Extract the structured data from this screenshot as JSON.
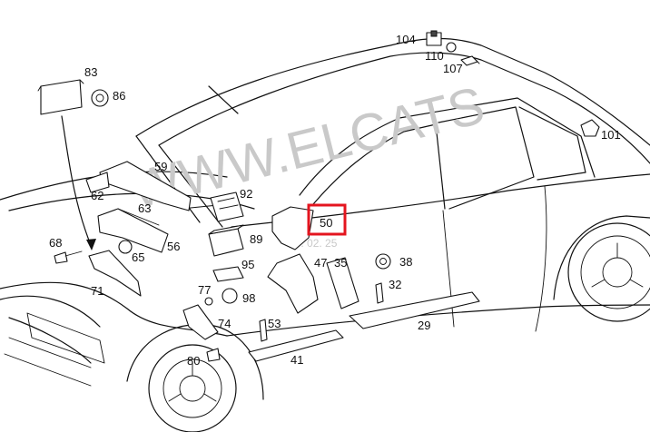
{
  "diagram": {
    "watermark": "WWW.ELCATS",
    "watermark_small": "17. 02. 25",
    "highlight_color": "#e4151f",
    "callouts": [
      {
        "id": "104",
        "label": "104"
      },
      {
        "id": "110",
        "label": "110"
      },
      {
        "id": "107",
        "label": "107"
      },
      {
        "id": "101",
        "label": "101"
      },
      {
        "id": "83",
        "label": "83"
      },
      {
        "id": "86",
        "label": "86"
      },
      {
        "id": "59",
        "label": "59"
      },
      {
        "id": "62",
        "label": "62"
      },
      {
        "id": "63",
        "label": "63"
      },
      {
        "id": "92",
        "label": "92"
      },
      {
        "id": "50",
        "label": "50",
        "highlighted": true
      },
      {
        "id": "56",
        "label": "56"
      },
      {
        "id": "89",
        "label": "89"
      },
      {
        "id": "68",
        "label": "68"
      },
      {
        "id": "65",
        "label": "65"
      },
      {
        "id": "47",
        "label": "47"
      },
      {
        "id": "35",
        "label": "35"
      },
      {
        "id": "38",
        "label": "38"
      },
      {
        "id": "95",
        "label": "95"
      },
      {
        "id": "32",
        "label": "32"
      },
      {
        "id": "71",
        "label": "71"
      },
      {
        "id": "77",
        "label": "77"
      },
      {
        "id": "98",
        "label": "98"
      },
      {
        "id": "74",
        "label": "74"
      },
      {
        "id": "53",
        "label": "53"
      },
      {
        "id": "29",
        "label": "29"
      },
      {
        "id": "80",
        "label": "80"
      },
      {
        "id": "41",
        "label": "41"
      }
    ]
  }
}
